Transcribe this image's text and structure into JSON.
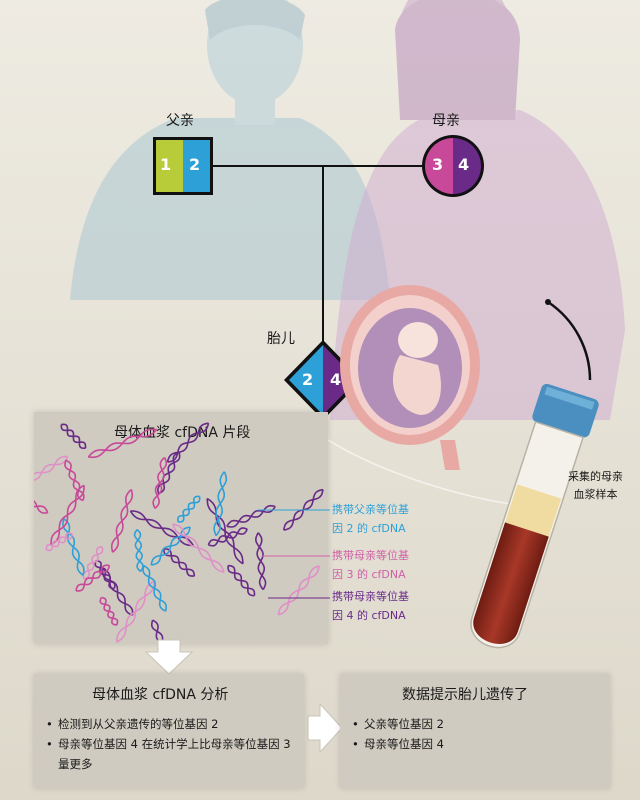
{
  "labels": {
    "father": "父亲",
    "mother": "母亲",
    "fetus": "胎儿",
    "sample": [
      "采集的母亲",
      "血浆样本"
    ]
  },
  "alleles": {
    "father": [
      "1",
      "2"
    ],
    "mother": [
      "3",
      "4"
    ],
    "fetus": [
      "2",
      "4"
    ]
  },
  "colors": {
    "allele1": "#b8cc3a",
    "allele2": "#2ea0d8",
    "allele3": "#c8489a",
    "allele4": "#6a2a88",
    "box": "#cfcbc0",
    "background": "#e4e0d4",
    "blood": "#8e2a1e",
    "plasma": "#f0dca0"
  },
  "cfdna_panel": {
    "title": "母体血浆 cfDNA 片段",
    "annotations": [
      {
        "lines": [
          "携带父亲等位基",
          "因 2 的 cfDNA"
        ],
        "color": "#2ea0d8"
      },
      {
        "lines": [
          "携带母亲等位基",
          "因 3 的 cfDNA"
        ],
        "color": "#d060a8"
      },
      {
        "lines": [
          "携带母亲等位基",
          "因 4 的 cfDNA"
        ],
        "color": "#6a2a88"
      }
    ]
  },
  "analysis_panel": {
    "title": "母体血浆 cfDNA 分析",
    "bullets": [
      "检测到从父亲遗传的等位基因 2",
      "母亲等位基因 4 在统计学上比母亲等位基因 3 量更多"
    ]
  },
  "result_panel": {
    "title": "数据提示胎儿遗传了",
    "bullets": [
      "父亲等位基因 2",
      "母亲等位基因 4"
    ]
  }
}
